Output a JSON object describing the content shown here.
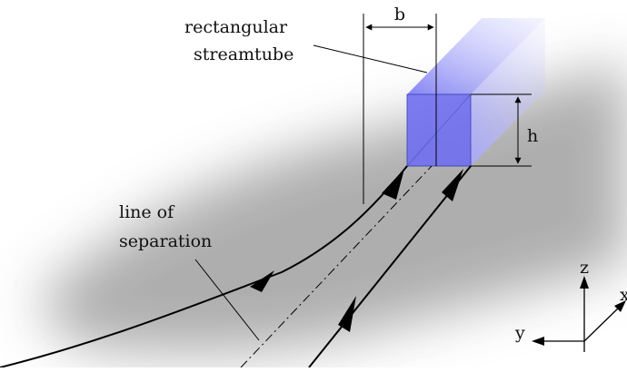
{
  "labels": {
    "tube_line1": "rectangular",
    "tube_line2": "streamtube",
    "width": "b",
    "height": "h",
    "sep_line1": "line of",
    "sep_line2": "separation",
    "axis_z": "z",
    "axis_y": "y",
    "axis_x": "x"
  },
  "colors": {
    "tube_face": "#6f6ff0",
    "tube_side": "#a0a0f8",
    "shadow": "#9a9a9a",
    "ink": "#000000"
  }
}
